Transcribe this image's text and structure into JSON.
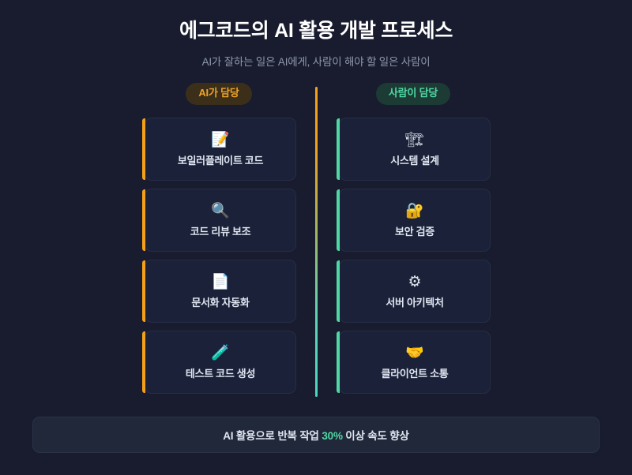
{
  "header": {
    "title": "에그코드의 AI 활용 개발 프로세스",
    "subtitle": "AI가 잘하는 일은 AI에게, 사람이 해야 할 일은 사람이"
  },
  "colors": {
    "background": "#191c2e",
    "card_background": "#1b2138",
    "ai_accent": "#f5a01a",
    "human_accent": "#4fd8a4",
    "title_text": "#ffffff",
    "subtitle_text": "#8e97ad",
    "card_text": "#dfe5f0",
    "footer_background": "#212839"
  },
  "columns": [
    {
      "id": "ai",
      "badge_label": "AI가 담당",
      "accent": "#f5a01a",
      "cards": [
        {
          "icon": "📝",
          "icon_name": "memo-icon",
          "label": "보일러플레이트 코드"
        },
        {
          "icon": "🔍",
          "icon_name": "magnifying-glass-icon",
          "label": "코드 리뷰 보조"
        },
        {
          "icon": "📄",
          "icon_name": "document-icon",
          "label": "문서화 자동화"
        },
        {
          "icon": "🧪",
          "icon_name": "test-tube-icon",
          "label": "테스트 코드 생성"
        }
      ]
    },
    {
      "id": "human",
      "badge_label": "사람이 담당",
      "accent": "#4fd8a4",
      "cards": [
        {
          "icon": "🏗",
          "icon_name": "construction-crane-icon",
          "label": "시스템 설계"
        },
        {
          "icon": "🔐",
          "icon_name": "lock-with-key-icon",
          "label": "보안 검증"
        },
        {
          "icon": "⚙",
          "icon_name": "gear-icon",
          "label": "서버 아키텍처"
        },
        {
          "icon": "🤝",
          "icon_name": "handshake-icon",
          "label": "클라이언트 소통"
        }
      ]
    }
  ],
  "footer": {
    "text_before": "AI 활용으로 반복 작업 ",
    "highlight": "30%",
    "text_after": " 이상 속도 향상"
  }
}
